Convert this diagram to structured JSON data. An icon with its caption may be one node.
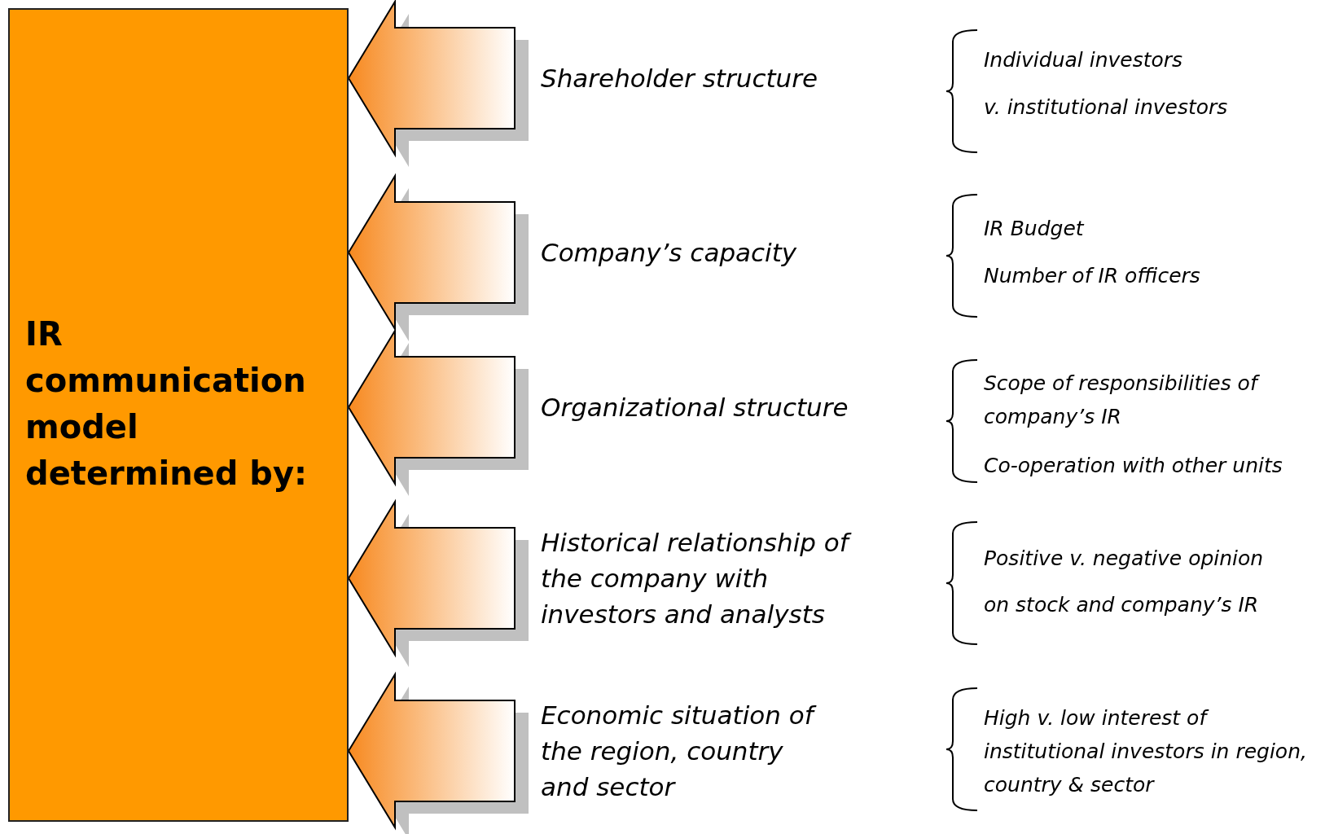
{
  "diagram": {
    "nodes": [
      {
        "text": [
          "IR communication model determined by:"
        ]
      },
      {
        "text": [
          "Shareholder structure"
        ]
      },
      {
        "text": [
          "Company’s capacity"
        ]
      },
      {
        "text": [
          "Organizational structure"
        ]
      },
      {
        "text": [
          "Historical relationship of the company with investors and analysts"
        ]
      },
      {
        "text": [
          "Economic situation of the region, country and sector"
        ]
      }
    ],
    "edges": [
      {
        "from": 1,
        "to": 0,
        "arrow": "to",
        "style": "thick"
      },
      {
        "from": 2,
        "to": 0,
        "arrow": "to",
        "style": "thick"
      },
      {
        "from": 3,
        "to": 0,
        "arrow": "to",
        "style": "thick"
      },
      {
        "from": 4,
        "to": 0,
        "arrow": "to",
        "style": "thick"
      },
      {
        "from": 5,
        "to": 0,
        "arrow": "to",
        "style": "thick"
      }
    ],
    "labels": [
      "Individual investors",
      "v. institutional investors",
      "IR Budget",
      "Number of IR officers",
      "Scope of responsibilities of company’s IR",
      "Co-operation with other units",
      "Positive v. negative opinion",
      "on stock and company’s IR",
      "High v. low interest of institutional investors in region, country & sector"
    ]
  }
}
